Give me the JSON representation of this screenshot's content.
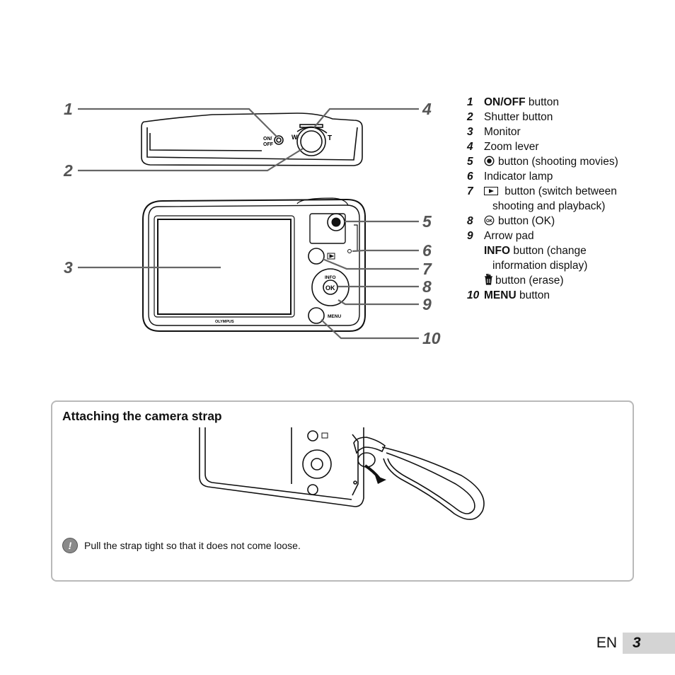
{
  "callouts": [
    "1",
    "2",
    "3",
    "4",
    "5",
    "6",
    "7",
    "8",
    "9",
    "10"
  ],
  "camera_markings": {
    "onoff": "ON/\nOFF",
    "w": "W",
    "t": "T",
    "brand": "OLYMPUS",
    "info": "INFO",
    "ok": "OK",
    "menu": "MENU"
  },
  "legend": [
    {
      "num": "1",
      "bold": "ON/OFF",
      "text": " button"
    },
    {
      "num": "2",
      "text": "Shutter button"
    },
    {
      "num": "3",
      "text": "Monitor"
    },
    {
      "num": "4",
      "text": "Zoom lever"
    },
    {
      "num": "5",
      "icon": "movie-record-icon",
      "text": "button (shooting movies)"
    },
    {
      "num": "6",
      "text": "Indicator lamp"
    },
    {
      "num": "7",
      "icon": "playback-icon",
      "text": " button (switch between",
      "cont": "shooting and playback)"
    },
    {
      "num": "8",
      "icon": "ok-icon",
      "text": "button (OK)"
    },
    {
      "num": "9",
      "text": "Arrow pad"
    },
    {
      "sub": true,
      "bold": "INFO",
      "text": " button (change",
      "cont": "information display)"
    },
    {
      "sub": true,
      "icon": "trash-icon",
      "text": "button (erase)"
    },
    {
      "num": "10",
      "bold": "MENU",
      "text": " button"
    }
  ],
  "strap_section": {
    "title": "Attaching the camera strap",
    "note": "Pull the strap tight so that it does not come loose."
  },
  "page": {
    "lang": "EN",
    "number": "3"
  }
}
